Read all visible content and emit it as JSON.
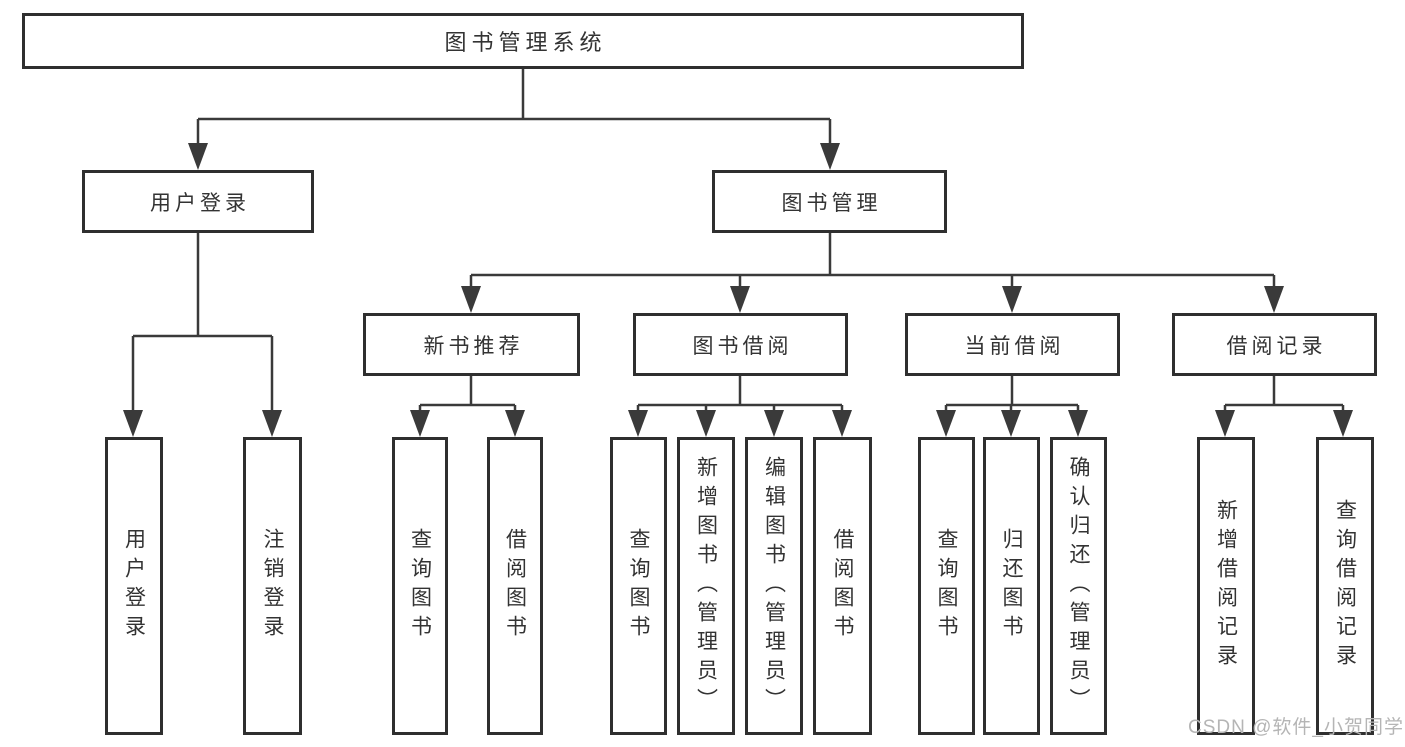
{
  "diagram": {
    "root": "图书管理系统",
    "level2": [
      "用户登录",
      "图书管理"
    ],
    "level3": [
      "新书推荐",
      "图书借阅",
      "当前借阅",
      "借阅记录"
    ],
    "leaves": {
      "user_login": [
        "用户登录",
        "注销登录"
      ],
      "new_book_rec": [
        "查询图书",
        "借阅图书"
      ],
      "book_borrow": [
        "查询图书",
        "新增图书（管理员）",
        "编辑图书（管理员）",
        "借阅图书"
      ],
      "current_borrow": [
        "查询图书",
        "归还图书",
        "确认归还（管理员）"
      ],
      "borrow_records": [
        "新增借阅记录",
        "查询借阅记录"
      ]
    },
    "watermark": "CSDN @软件_小贺同学"
  }
}
